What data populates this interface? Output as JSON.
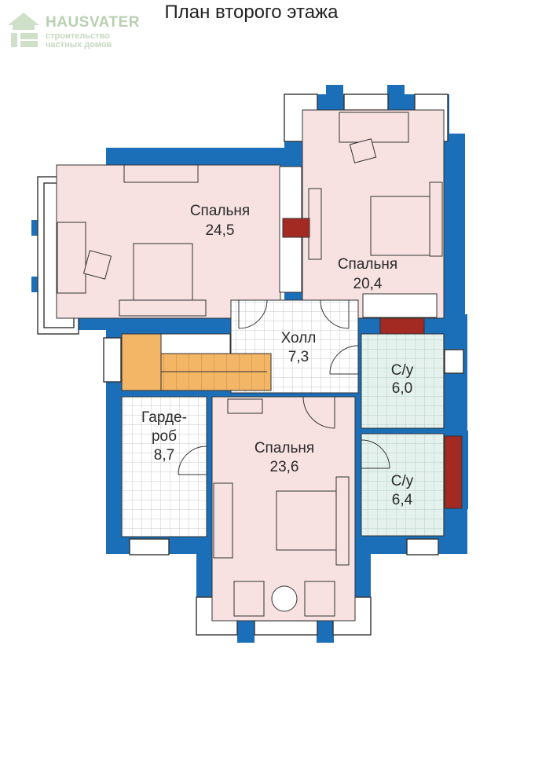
{
  "title": "План второго этажа",
  "logo": {
    "name": "HAUSVATER",
    "line1": "строительство",
    "line2": "частных домов"
  },
  "colors": {
    "wall": "#1a6fb8",
    "bedroom": "#f7e1e1",
    "tile_green": "#e4f1ec",
    "tile_white": "#ffffff",
    "stair": "#f3b566",
    "chimney": "#a32a22"
  },
  "rooms": [
    {
      "id": "bedroom-1",
      "name": "Спальня",
      "area": "24,5"
    },
    {
      "id": "bedroom-2",
      "name": "Спальня",
      "area": "20,4"
    },
    {
      "id": "hall",
      "name": "Холл",
      "area": "7,3"
    },
    {
      "id": "bath-1",
      "name": "С/у",
      "area": "6,0"
    },
    {
      "id": "wardrobe",
      "name_line1": "Гарде-",
      "name_line2": "роб",
      "area": "8,7"
    },
    {
      "id": "bedroom-3",
      "name": "Спальня",
      "area": "23,6"
    },
    {
      "id": "bath-2",
      "name": "С/у",
      "area": "6,4"
    }
  ]
}
